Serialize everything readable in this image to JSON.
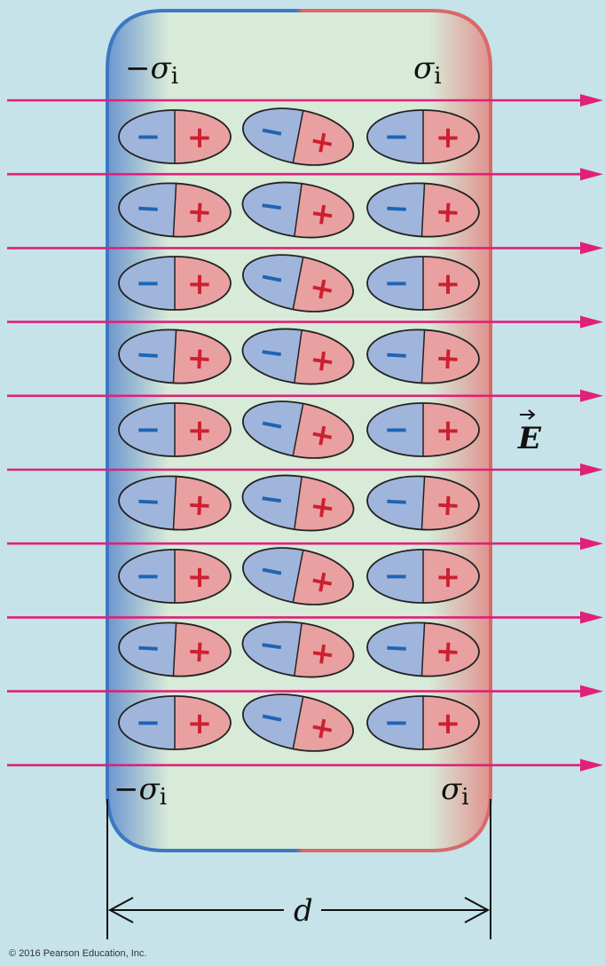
{
  "labels": {
    "neg_sigma": "−σ",
    "pos_sigma": "σ",
    "subscript": "i",
    "field": "E",
    "width": "d",
    "copyright": "© 2016 Pearson Education, Inc."
  },
  "molecule_signs": {
    "negative": "−",
    "positive": "+"
  },
  "grid": {
    "rows": 9,
    "columns": 3
  },
  "field_lines": {
    "count": 10
  },
  "colors": {
    "background": "#c5e3e8",
    "dielectric": "#d8ead8",
    "negative_edge": "#3d78c2",
    "positive_edge": "#d86a6a",
    "field_line": "#e0207a",
    "neg_half": "#9fb5dc",
    "pos_half": "#e9a0a0",
    "minus_sign": "#1d64b5",
    "plus_sign": "#cc2030"
  },
  "icons": {
    "arrow": "arrowhead-right-icon",
    "dim_arrow": "open-arrowhead-icon"
  }
}
